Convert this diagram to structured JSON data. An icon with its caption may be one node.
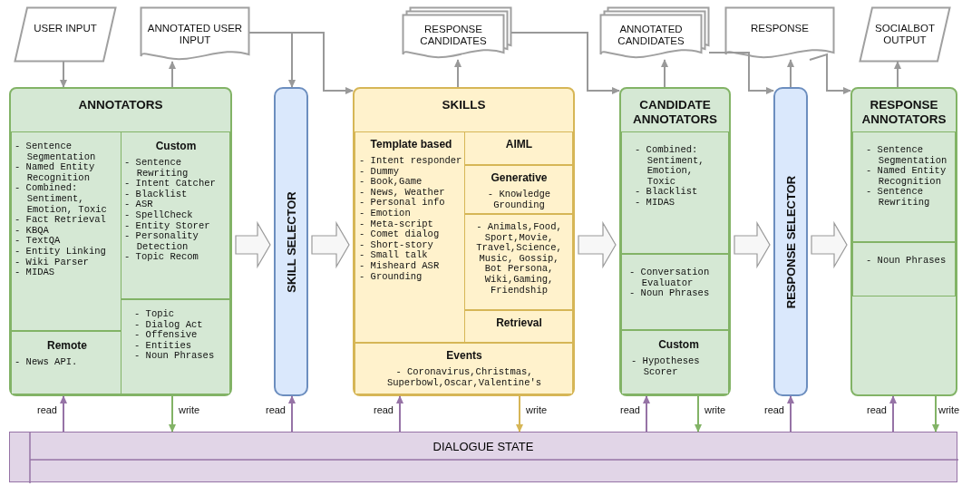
{
  "diagram": {
    "nodes": [
      {
        "text": [
          "USER INPUT"
        ]
      },
      {
        "text": [
          "ANNOTATED USER INPUT"
        ]
      },
      {
        "text": [
          "RESPONSE CANDIDATES"
        ]
      },
      {
        "text": [
          "ANNOTATED CANDIDATES"
        ]
      },
      {
        "text": [
          "RESPONSE"
        ]
      },
      {
        "text": [
          "SOCIALBOT OUTPUT"
        ]
      },
      {
        "text": [
          "ANNOTATORS"
        ]
      },
      {
        "text": [
          "- Sentence Segmentation",
          "- Named Entity Recognition",
          "- Combined: Sentiment, Emotion, Toxic",
          "- Fact Retrieval",
          "- KBQA",
          "- TextQA",
          "- Entity Linking",
          "- Wiki Parser",
          "- MIDAS"
        ],
        "in": 6
      },
      {
        "text": [
          "Custom",
          "- Sentence Rewriting",
          "- Intent Catcher",
          "- Blacklist",
          "- ASR",
          "- SpellCheck",
          "- Entity Storer",
          "- Personality Detection",
          "- Topic Recom"
        ],
        "in": 6
      },
      {
        "text": [
          "Remote",
          "- News API."
        ],
        "in": 6
      },
      {
        "text": [
          "- Topic",
          "- Dialog Act",
          "- Offensive",
          "- Entities",
          "- Noun Phrases"
        ],
        "in": 6
      },
      {
        "text": [
          "SKILL SELECTOR"
        ]
      },
      {
        "text": [
          "SKILLS"
        ]
      },
      {
        "text": [
          "Template based",
          "- Intent responder",
          "- Dummy",
          "- Book,Game",
          "- News, Weather",
          "- Personal info",
          "- Emotion",
          "- Meta-script",
          "- Comet dialog",
          "- Short-story",
          "- Small talk",
          "- Misheard ASR",
          "- Grounding"
        ],
        "in": 12
      },
      {
        "text": [
          "AIML"
        ],
        "in": 12
      },
      {
        "text": [
          "Generative",
          "- Knowledge Grounding"
        ],
        "in": 12
      },
      {
        "text": [
          "- Animals,Food, Sport,Movie, Travel,Science, Music, Gossip, Bot Persona, Wiki,Gaming, Friendship"
        ],
        "in": 12
      },
      {
        "text": [
          "Retrieval"
        ],
        "in": 12
      },
      {
        "text": [
          "Events",
          "- Coronavirus,Christmas, Superbowl,Oscar,Valentine's"
        ],
        "in": 12
      },
      {
        "text": [
          "CANDIDATE ANNOTATORS"
        ]
      },
      {
        "text": [
          "- Combined: Sentiment, Emotion, Toxic",
          "- Blacklist",
          "- MIDAS"
        ],
        "in": 19
      },
      {
        "text": [
          "- Conversation Evaluator",
          "- Noun Phrases"
        ],
        "in": 19
      },
      {
        "text": [
          "Custom",
          "- Hypotheses Scorer"
        ],
        "in": 19
      },
      {
        "text": [
          "RESPONSE SELECTOR"
        ]
      },
      {
        "text": [
          "RESPONSE ANNOTATORS"
        ]
      },
      {
        "text": [
          "- Sentence Segmentation",
          "- Named Entity Recognition",
          "- Sentence Rewriting"
        ],
        "in": 24
      },
      {
        "text": [
          "- Noun Phrases"
        ],
        "in": 24
      },
      {
        "text": [
          "DIALOGUE STATE"
        ]
      }
    ],
    "edges": [
      {
        "from": 0,
        "to": 6,
        "arrow": "to"
      },
      {
        "from": 6,
        "to": 1,
        "arrow": "to"
      },
      {
        "from": 1,
        "to": 11,
        "arrow": "to"
      },
      {
        "from": 1,
        "to": 12,
        "arrow": "to"
      },
      {
        "from": 12,
        "to": 2,
        "arrow": "to"
      },
      {
        "from": 2,
        "to": 19,
        "arrow": "to"
      },
      {
        "from": 19,
        "to": 3,
        "arrow": "to"
      },
      {
        "from": 3,
        "to": 23,
        "arrow": "to"
      },
      {
        "from": 23,
        "to": 4,
        "arrow": "to"
      },
      {
        "from": 4,
        "to": 24,
        "arrow": "to"
      },
      {
        "from": 24,
        "to": 5,
        "arrow": "to"
      },
      {
        "from": 6,
        "to": 11,
        "arrow": "to",
        "style": "thick"
      },
      {
        "from": 11,
        "to": 12,
        "arrow": "to",
        "style": "thick"
      },
      {
        "from": 12,
        "to": 19,
        "arrow": "to",
        "style": "thick"
      },
      {
        "from": 19,
        "to": 23,
        "arrow": "to",
        "style": "thick"
      },
      {
        "from": 23,
        "to": 24,
        "arrow": "to",
        "style": "thick"
      },
      {
        "from": 27,
        "to": 6,
        "arrow": "to",
        "label": "read",
        "color": "#9673a6"
      },
      {
        "from": 6,
        "to": 27,
        "arrow": "to",
        "label": "write",
        "color": "#82b366"
      },
      {
        "from": 27,
        "to": 11,
        "arrow": "to",
        "label": "read",
        "color": "#9673a6"
      },
      {
        "from": 27,
        "to": 12,
        "arrow": "to",
        "label": "read",
        "color": "#9673a6"
      },
      {
        "from": 12,
        "to": 27,
        "arrow": "to",
        "label": "write",
        "color": "#d6b656"
      },
      {
        "from": 27,
        "to": 19,
        "arrow": "to",
        "label": "read",
        "color": "#9673a6"
      },
      {
        "from": 19,
        "to": 27,
        "arrow": "to",
        "label": "write",
        "color": "#82b366"
      },
      {
        "from": 27,
        "to": 23,
        "arrow": "to",
        "label": "read",
        "color": "#9673a6"
      },
      {
        "from": 27,
        "to": 24,
        "arrow": "to",
        "label": "read",
        "color": "#9673a6"
      },
      {
        "from": 24,
        "to": 27,
        "arrow": "to",
        "label": "write",
        "color": "#82b366"
      }
    ]
  }
}
